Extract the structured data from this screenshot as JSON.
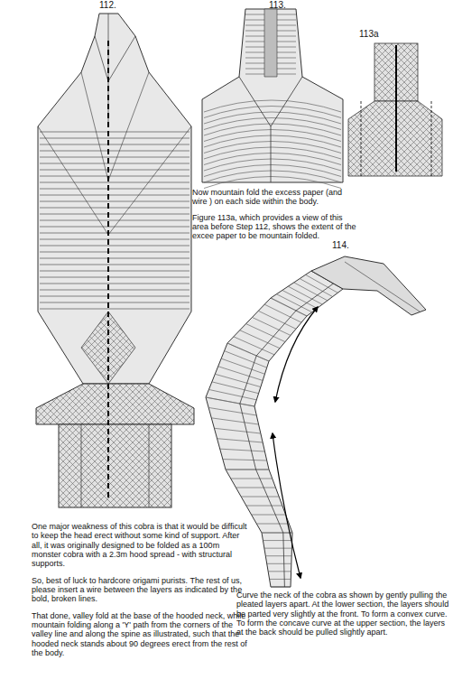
{
  "diagram": {
    "labels": [
      "112.",
      "113.",
      "113a",
      "Now mountain fold the excess paper (and wire ) on each side within the body.",
      "Figure 113a, which provides a view of this area before Step 112, shows the extent of the excee paper to be mountain folded.",
      "114.",
      "One major weakness of this cobra is that it would be difficult to keep the head erect without some kind of support. After all, it was originally designed to be folded as a 100m monster cobra with a 2.3m hood spread - with structural supports.",
      "So, best of luck to hardcore origami purists. The rest of us, please insert a wire between the layers as indicated by the bold, broken lines.",
      "That done, valley fold at the base of the hooded neck, while mountain folding along a 'Y' path from the corners of the valley line and along the spine as illustrated, such that the hooded neck stands about 90 degrees erect from the rest of the body.",
      "Curve the neck of the cobra as shown by gently pulling the pleated layers apart. At the lower section, the layers should be parted very slightly at the front. To form a convex curve. To form the concave curve at the upper section, the layers at the back should be pulled slightly apart."
    ]
  }
}
